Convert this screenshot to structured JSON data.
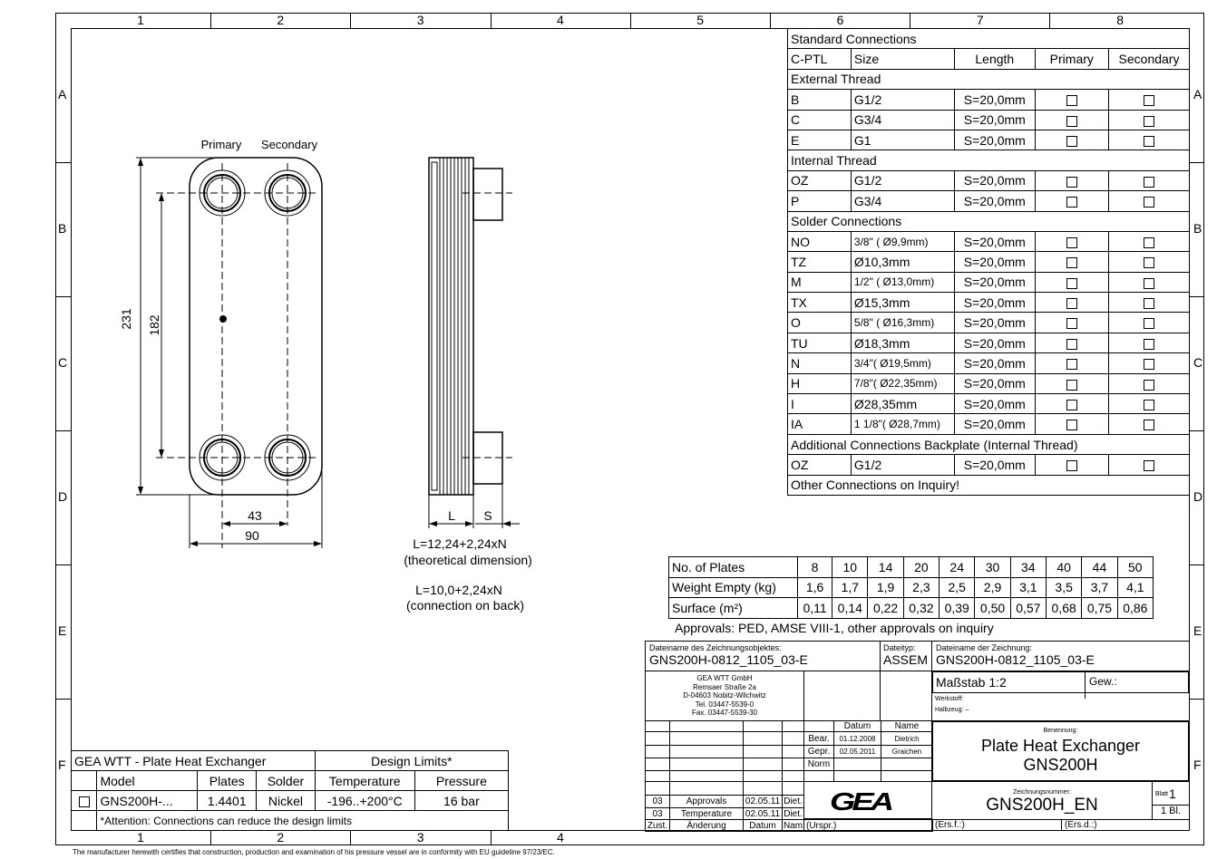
{
  "frame": {
    "columns": [
      "1",
      "2",
      "3",
      "4",
      "5",
      "6",
      "7",
      "8"
    ],
    "rows": [
      "A",
      "B",
      "C",
      "D",
      "E",
      "F"
    ],
    "bottom_columns": [
      "1",
      "2",
      "3",
      "4"
    ]
  },
  "drawing": {
    "primary": "Primary",
    "secondary": "Secondary",
    "dim_231": "231",
    "dim_182": "182",
    "dim_43": "43",
    "dim_90": "90",
    "dim_L": "L",
    "dim_S": "S",
    "formula1": "L=12,24+2,24xN",
    "formula1_note": "(theoretical dimension)",
    "formula2": "L=10,0+2,24xN",
    "formula2_note": "(connection on back)"
  },
  "connections": {
    "title": "Standard Connections",
    "headers": [
      "C-PTL",
      "Size",
      "Length",
      "Primary",
      "Secondary"
    ],
    "groups": [
      {
        "name": "External Thread",
        "rows": [
          [
            "B",
            "G1/2",
            "S=20,0mm"
          ],
          [
            "C",
            "G3/4",
            "S=20,0mm"
          ],
          [
            "E",
            "G1",
            "S=20,0mm"
          ]
        ]
      },
      {
        "name": "Internal Thread",
        "rows": [
          [
            "OZ",
            "G1/2",
            "S=20,0mm"
          ],
          [
            "P",
            "G3/4",
            "S=20,0mm"
          ]
        ]
      },
      {
        "name": "Solder Connections",
        "rows": [
          [
            "NO",
            "3/8\" ( Ø9,9mm)",
            "S=20,0mm"
          ],
          [
            "TZ",
            "Ø10,3mm",
            "S=20,0mm"
          ],
          [
            "M",
            "1/2\" ( Ø13,0mm)",
            "S=20,0mm"
          ],
          [
            "TX",
            "Ø15,3mm",
            "S=20,0mm"
          ],
          [
            "O",
            "5/8\" ( Ø16,3mm)",
            "S=20,0mm"
          ],
          [
            "TU",
            "Ø18,3mm",
            "S=20,0mm"
          ],
          [
            "N",
            "3/4\"( Ø19,5mm)",
            "S=20,0mm"
          ],
          [
            "H",
            "7/8\"( Ø22,35mm)",
            "S=20,0mm"
          ],
          [
            "I",
            "Ø28,35mm",
            "S=20,0mm"
          ],
          [
            "IA",
            "1 1/8\"( Ø28,7mm)",
            "S=20,0mm"
          ]
        ]
      },
      {
        "name": "Additional Connections Backplate (Internal Thread)",
        "rows": [
          [
            "OZ",
            "G1/2",
            "S=20,0mm"
          ]
        ]
      }
    ],
    "footer": "Other Connections on Inquiry!"
  },
  "plates": {
    "rows": [
      {
        "label": "No. of Plates",
        "values": [
          "8",
          "10",
          "14",
          "20",
          "24",
          "30",
          "34",
          "40",
          "44",
          "50"
        ]
      },
      {
        "label": "Weight Empty (kg)",
        "values": [
          "1,6",
          "1,7",
          "1,9",
          "2,3",
          "2,5",
          "2,9",
          "3,1",
          "3,5",
          "3,7",
          "4,1"
        ]
      },
      {
        "label": "Surface (m²)",
        "values": [
          "0,11",
          "0,14",
          "0,22",
          "0,32",
          "0,39",
          "0,50",
          "0,57",
          "0,68",
          "0,75",
          "0,86"
        ]
      }
    ],
    "approvals": "Approvals: PED, AMSE VIII-1, other approvals on inquiry"
  },
  "design": {
    "title": "GEA WTT - Plate Heat Exchanger",
    "limits": "Design Limits*",
    "headers": [
      "Model",
      "Plates",
      "Solder",
      "Temperature",
      "Pressure"
    ],
    "row": [
      "GNS200H-...",
      "1.4401",
      "Nickel",
      "-196..+200°C",
      "16 bar"
    ],
    "note": "*Attention: Connections can reduce the design limits"
  },
  "titleblock": {
    "obj_label": "Dateiname des Zeichnungsobjektes:",
    "obj_value": "GNS200H-0812_1105_03-E",
    "type_label": "Dateityp:",
    "type_value": "ASSEM",
    "file_label": "Dateiname der Zeichnung:",
    "file_value": "GNS200H-0812_1105_03-E",
    "company": [
      "GEA WTT GmbH",
      "Remsaer Straße 2a",
      "D-04603 Nobitz-Wilchwitz",
      "Tel. 03447-5539-0",
      "Fax. 03447-5539-30"
    ],
    "scale": "Maßstab 1:2",
    "weight": "Gew.:",
    "material": "Werkstoff:",
    "semi": "Halbzeug: –",
    "datum": "Datum",
    "name": "Name",
    "bear": "Bear.",
    "bear_date": "01.12.2008",
    "bear_name": "Dietrich",
    "gepr": "Gepr.",
    "gepr_date": "02.05.2011",
    "gepr_name": "Graichen",
    "norm": "Norm",
    "changes": [
      [
        "03",
        "Approvals",
        "02.05.11",
        "Diet."
      ],
      [
        "03",
        "Temperature",
        "02.05.11",
        "Diet."
      ]
    ],
    "change_headers": [
      "Zust.",
      "Änderung",
      "Datum",
      "Nam"
    ],
    "urspr": "(Urspr.)",
    "logo": "GEA",
    "benennung": "Benennung:",
    "title1": "Plate Heat Exchanger",
    "title2": "GNS200H",
    "zeichnr_label": "Zeichnungsnummer:",
    "zeichnr": "GNS200H_EN",
    "blatt": "Blatt",
    "blatt_no": "1",
    "bl": "1 Bl.",
    "ersf": "(Ers.f.:)",
    "ersd": "(Ers.d.:)"
  },
  "footer": "The manufacturer herewith certifies that construction, production and examination of his pressure vessel are in conformity with EU guideline 97/23/EC."
}
